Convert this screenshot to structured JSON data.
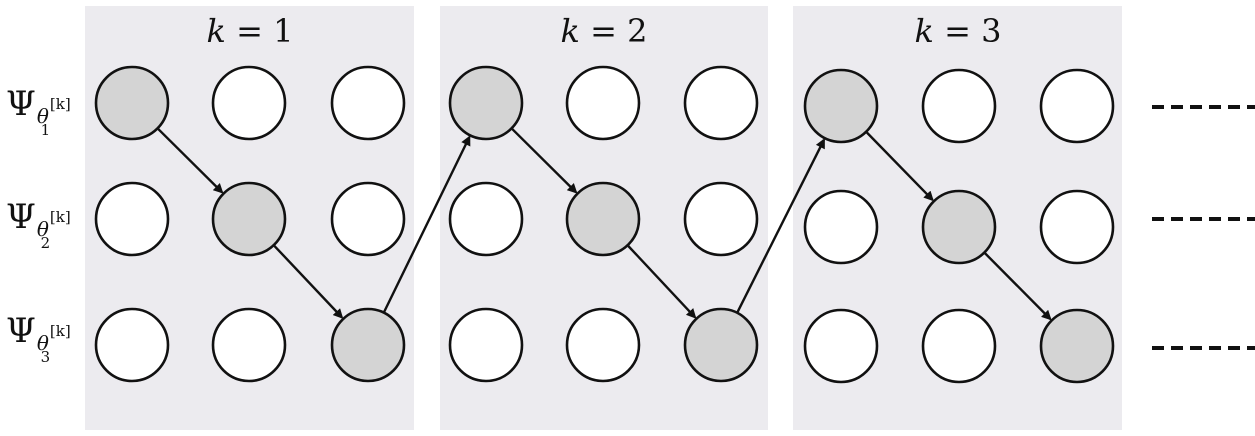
{
  "diagram": {
    "panels": [
      {
        "label_var": "k",
        "label_eq": " = 1"
      },
      {
        "label_var": "k",
        "label_eq": " = 2"
      },
      {
        "label_var": "k",
        "label_eq": " = 3"
      }
    ],
    "rows": [
      {
        "symbol": "Ψ",
        "param": "θ",
        "superscript": "[k]",
        "subscript": "1"
      },
      {
        "symbol": "Ψ",
        "param": "θ",
        "superscript": "[k]",
        "subscript": "2"
      },
      {
        "symbol": "Ψ",
        "param": "θ",
        "superscript": "[k]",
        "subscript": "3"
      }
    ],
    "colors": {
      "panel": "#ecebef",
      "active_node": "#d4d4d4",
      "inactive_node": "#ffffff",
      "stroke": "#111111"
    },
    "columns_per_panel": 3,
    "active_path": [
      [
        0,
        0
      ],
      [
        1,
        1
      ],
      [
        2,
        2
      ],
      [
        3,
        0
      ],
      [
        4,
        1
      ],
      [
        5,
        2
      ],
      [
        6,
        0
      ],
      [
        7,
        1
      ],
      [
        8,
        2
      ]
    ],
    "continuation": "dashed lines to the right of each row"
  }
}
